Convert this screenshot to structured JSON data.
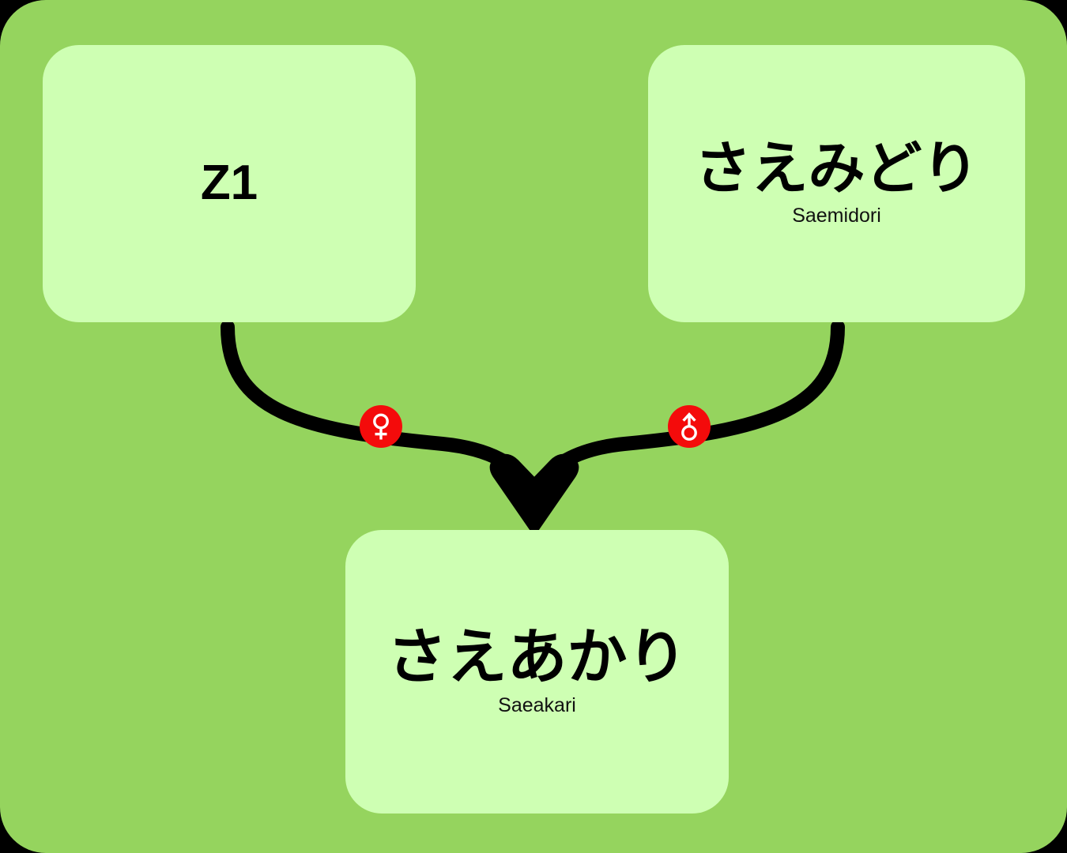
{
  "diagram": {
    "type": "pedigree-cross-diagram",
    "canvas_background_color": "#95D45E",
    "node_background_color": "#CEFFB3",
    "connector_color": "#000000",
    "badge_background_color": "#F40B0B",
    "badge_symbol_color": "#FFFFFF"
  },
  "nodes": [
    {
      "id": "z1",
      "name": "Z1",
      "romaji": "",
      "role": "parent-left"
    },
    {
      "id": "saemidori",
      "name": "さえみどり",
      "romaji": "Saemidori",
      "role": "parent-right"
    },
    {
      "id": "saeakari",
      "name": "さえあかり",
      "romaji": "Saeakari",
      "role": "offspring"
    }
  ],
  "badges": [
    {
      "id": "female",
      "icon": "female-symbol-icon",
      "symbol": "♀",
      "meaning": "female parent",
      "attached_to": "z1"
    },
    {
      "id": "male",
      "icon": "male-symbol-icon",
      "symbol": "♂",
      "meaning": "male parent",
      "attached_to": "saemidori"
    }
  ],
  "connectors": [
    {
      "id": "z1-to-saeakari",
      "from": "z1",
      "to": "saeakari",
      "arrowhead": true
    },
    {
      "id": "saemidori-to-saeakari",
      "from": "saemidori",
      "to": "saeakari",
      "arrowhead": true
    }
  ]
}
